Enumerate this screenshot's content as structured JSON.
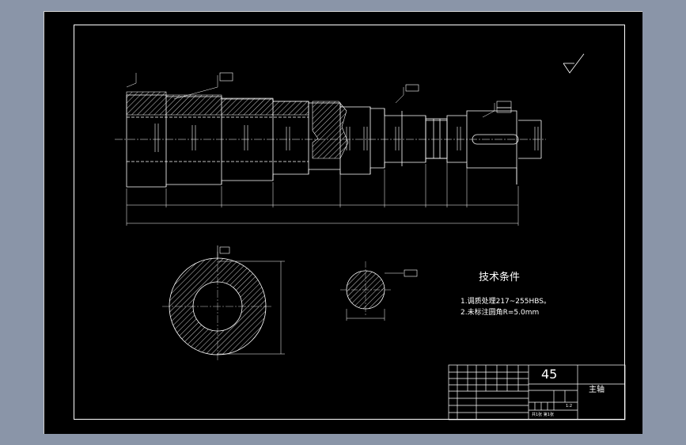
{
  "technical_requirements": {
    "title": "技术条件",
    "items": [
      "1.调质处理217~255HBS。",
      "2.未标注圆角R=5.0mm"
    ]
  },
  "title_block": {
    "material": "45",
    "part_name": "主轴",
    "scale": "1:2",
    "sheet_info": "共1张 第1张"
  },
  "colors": {
    "background": "#000000",
    "outer_frame": "#8a95a8",
    "lines": "#ffffff"
  }
}
